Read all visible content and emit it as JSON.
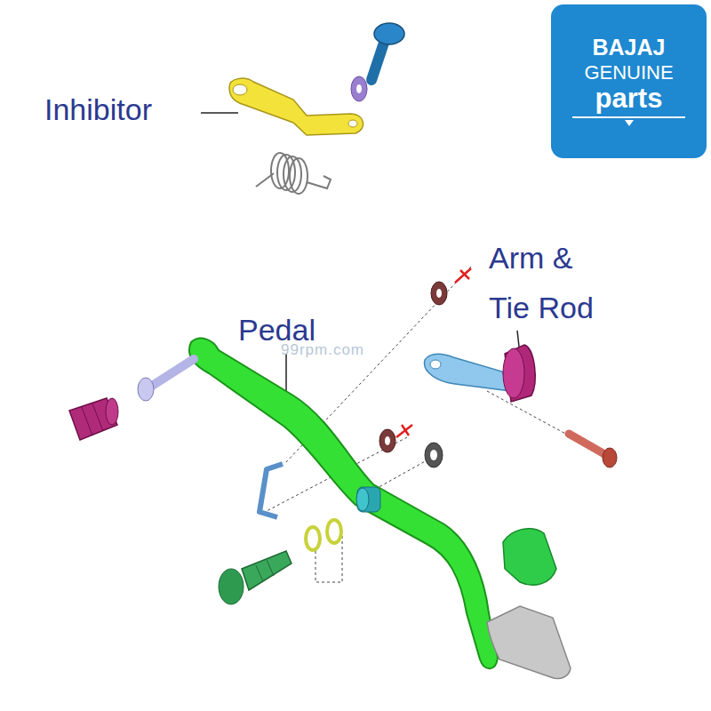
{
  "diagram": {
    "nodes": [
      {
        "text": [
          "BAJAJ",
          "GENUINE",
          "parts"
        ]
      }
    ],
    "edges": [],
    "labels": [
      "Inhibitor",
      "Arm & Tie Rod",
      "Pedal",
      "99rpm.com"
    ]
  }
}
